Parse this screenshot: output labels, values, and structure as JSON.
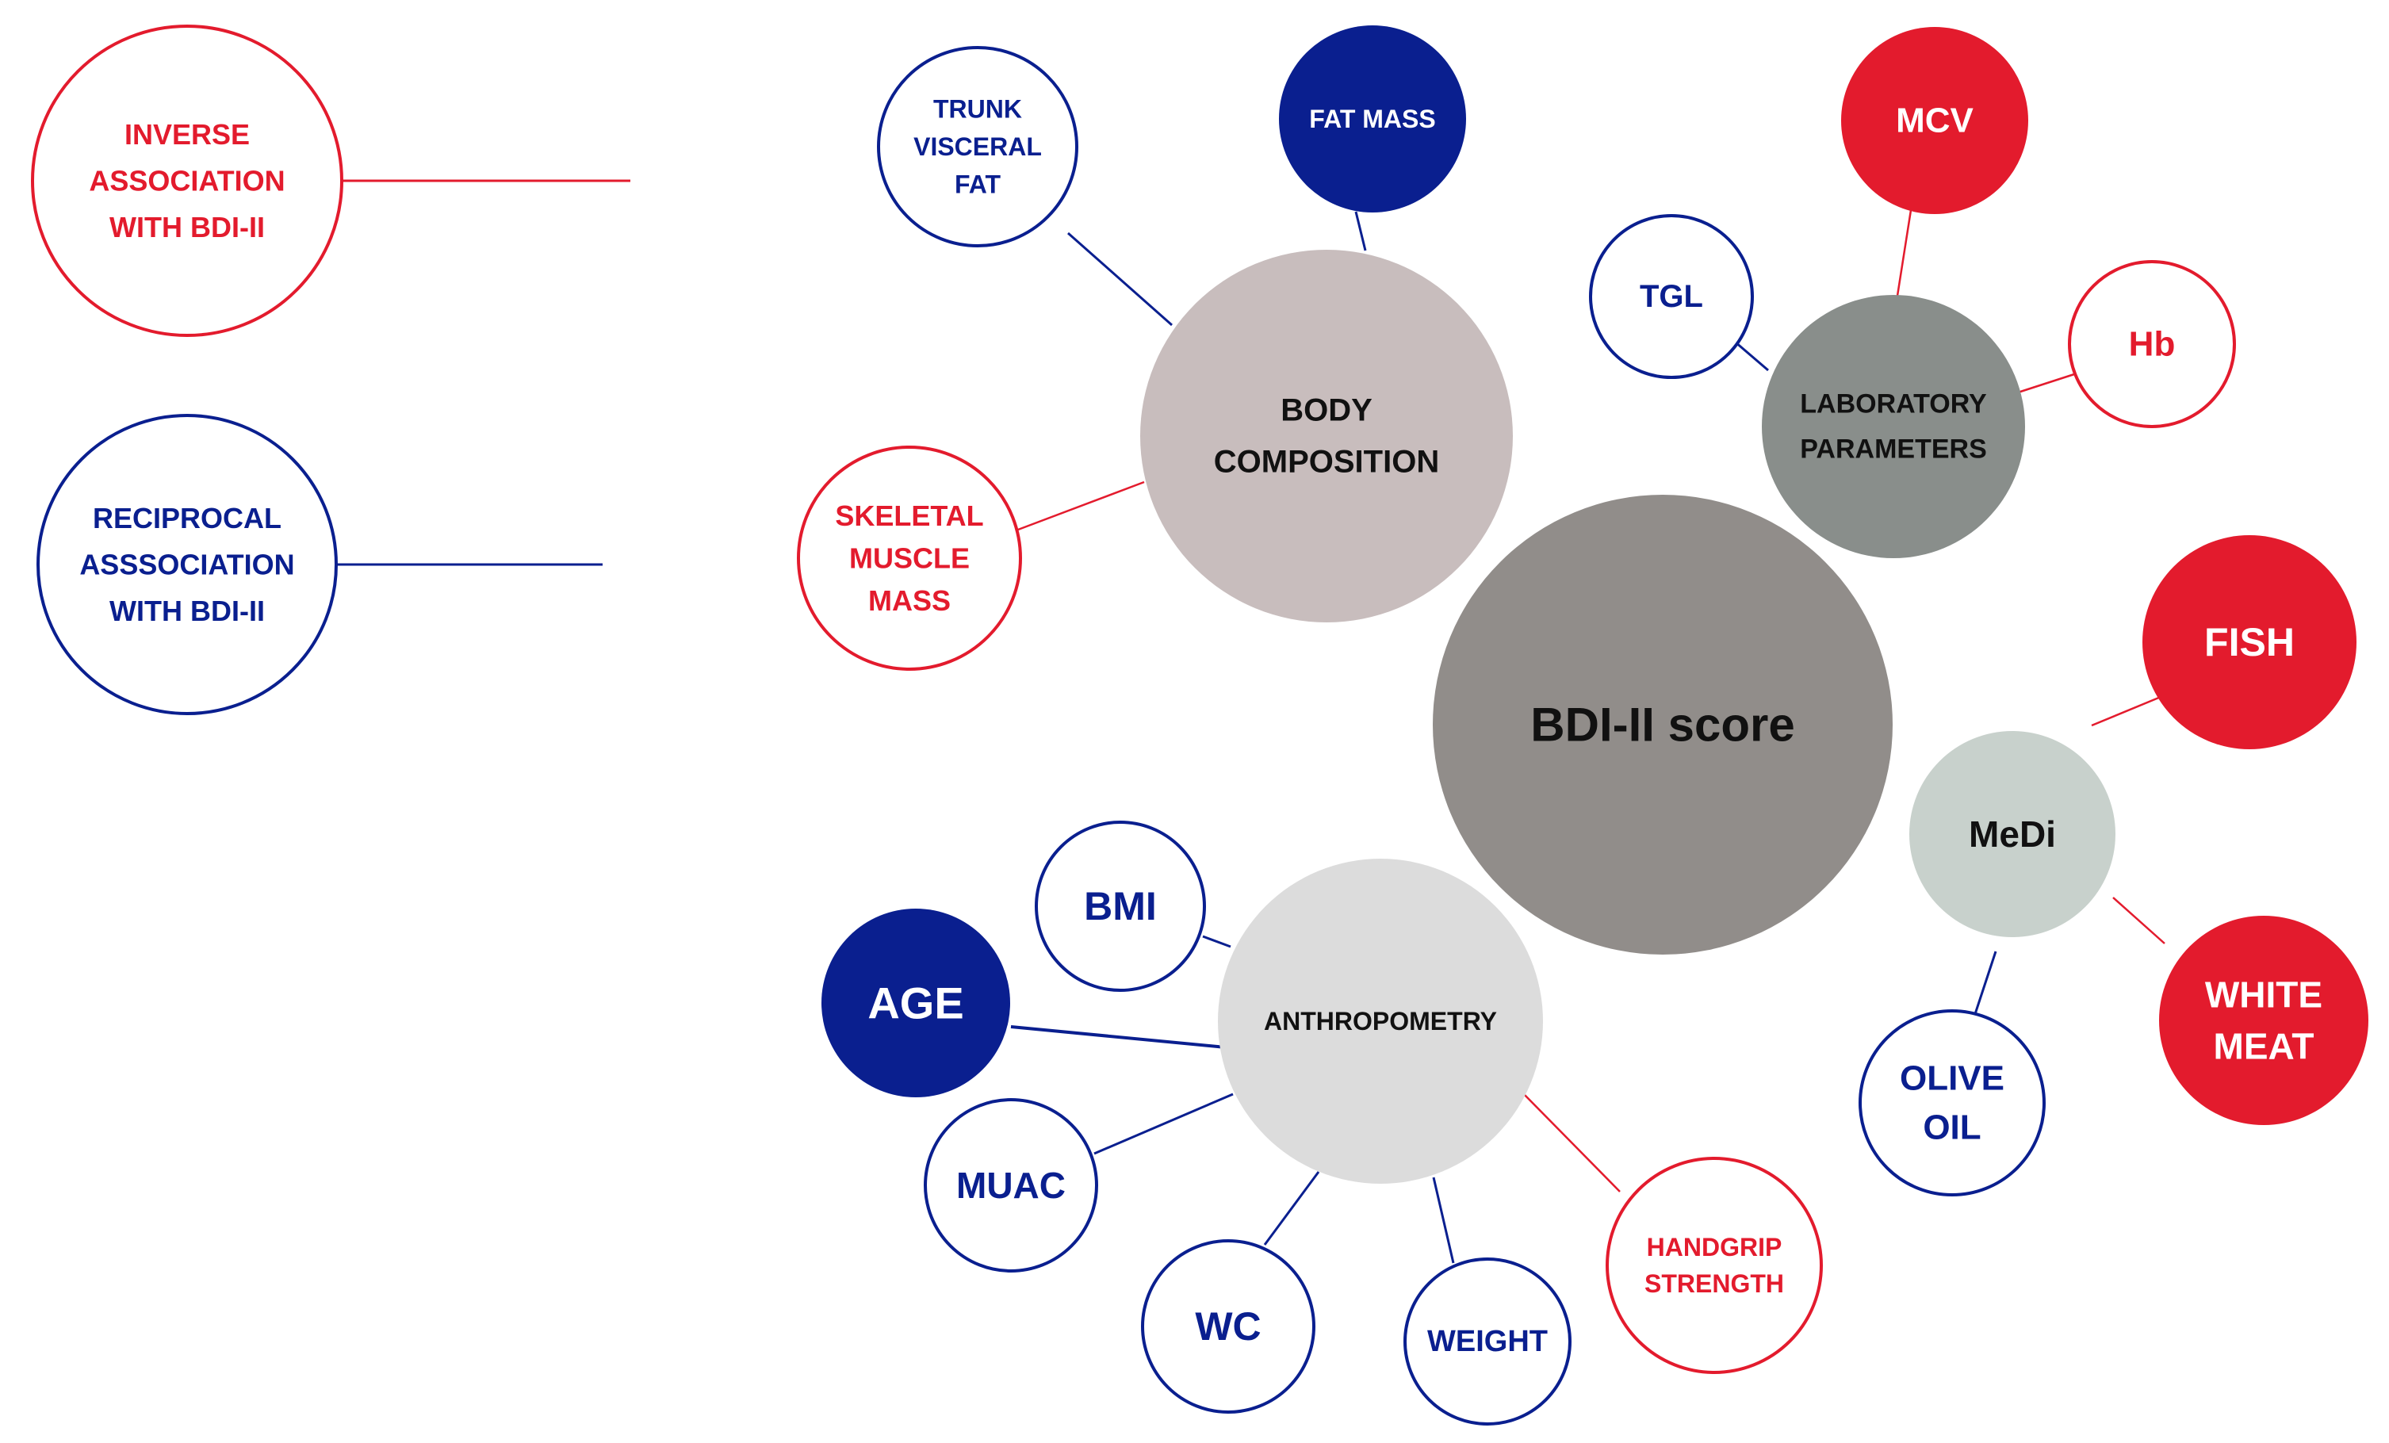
{
  "colors": {
    "red": "#E31B2D",
    "blue": "#0A1F8F",
    "center": "#918D8A",
    "body_composition": "#C8BDBD",
    "laboratory": "#898E8B",
    "medi": "#C8D1CC",
    "anthropometry": "#DCDCDC",
    "dark_text": "#111111"
  },
  "legend": {
    "inverse": [
      "INVERSE",
      "ASSOCIATION",
      "WITH BDI-II"
    ],
    "reciprocal": [
      "RECIPROCAL",
      "ASSSOCIATION",
      "WITH BDI-II"
    ]
  },
  "center": {
    "label": [
      "BDI-II score"
    ]
  },
  "groups": {
    "body_composition": [
      "BODY",
      "COMPOSITION"
    ],
    "laboratory": [
      "LABORATORY",
      "PARAMETERS"
    ],
    "medi": [
      "MeDi"
    ],
    "anthropometry": [
      "ANTHROPOMETRY"
    ]
  },
  "nodes": {
    "trunk_visceral_fat": {
      "label": [
        "TRUNK",
        "VISCERAL",
        "FAT"
      ],
      "association": "reciprocal",
      "filled": false
    },
    "fat_mass": {
      "label": [
        "FAT MASS"
      ],
      "association": "reciprocal",
      "filled": true
    },
    "skeletal_muscle_mass": {
      "label": [
        "SKELETAL",
        "MUSCLE",
        "MASS"
      ],
      "association": "inverse",
      "filled": false
    },
    "mcv": {
      "label": [
        "MCV"
      ],
      "association": "inverse",
      "filled": true
    },
    "tgl": {
      "label": [
        "TGL"
      ],
      "association": "reciprocal",
      "filled": false
    },
    "hb": {
      "label": [
        "Hb"
      ],
      "association": "inverse",
      "filled": false
    },
    "fish": {
      "label": [
        "FISH"
      ],
      "association": "inverse",
      "filled": true
    },
    "white_meat": {
      "label": [
        "WHITE",
        "MEAT"
      ],
      "association": "inverse",
      "filled": true
    },
    "olive_oil": {
      "label": [
        "OLIVE",
        "OIL"
      ],
      "association": "reciprocal",
      "filled": false
    },
    "bmi": {
      "label": [
        "BMI"
      ],
      "association": "reciprocal",
      "filled": false
    },
    "age": {
      "label": [
        "AGE"
      ],
      "association": "reciprocal",
      "filled": true
    },
    "muac": {
      "label": [
        "MUAC"
      ],
      "association": "reciprocal",
      "filled": false
    },
    "wc": {
      "label": [
        "WC"
      ],
      "association": "reciprocal",
      "filled": false
    },
    "weight": {
      "label": [
        "WEIGHT"
      ],
      "association": "reciprocal",
      "filled": false
    },
    "handgrip_strength": {
      "label": [
        "HANDGRIP",
        "STRENGTH"
      ],
      "association": "inverse",
      "filled": false
    }
  }
}
